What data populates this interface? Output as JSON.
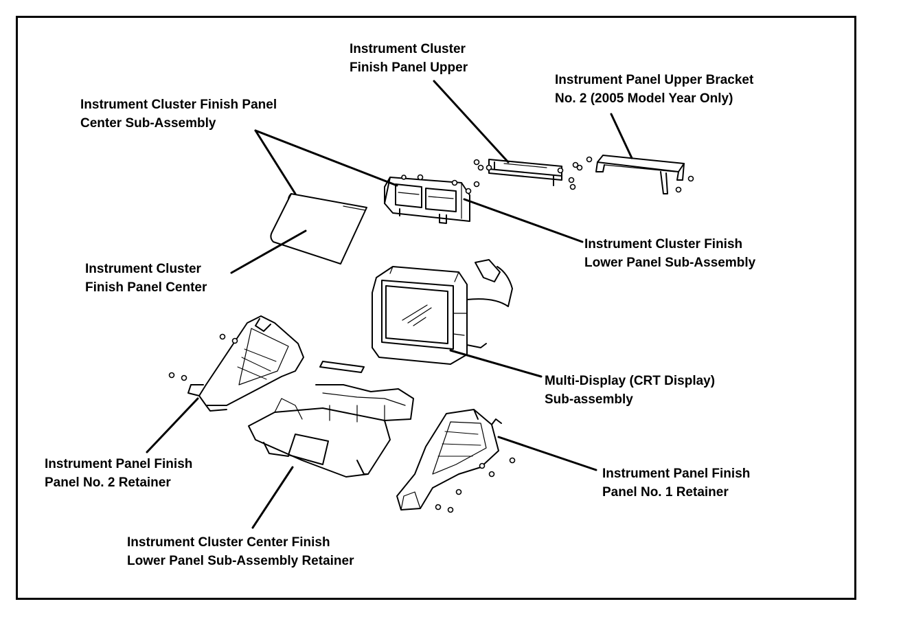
{
  "diagram": {
    "labels": [
      {
        "id": "finish-panel-upper",
        "lines": [
          "Instrument Cluster",
          "Finish Panel Upper"
        ]
      },
      {
        "id": "upper-bracket",
        "lines": [
          "Instrument Panel Upper Bracket",
          "No. 2 (2005 Model Year Only)"
        ]
      },
      {
        "id": "finish-panel-center-subassy",
        "lines": [
          "Instrument Cluster Finish Panel",
          "Center Sub-Assembly"
        ]
      },
      {
        "id": "finish-lower-panel-subassy",
        "lines": [
          "Instrument Cluster Finish",
          "Lower Panel Sub-Assembly"
        ]
      },
      {
        "id": "finish-panel-center",
        "lines": [
          "Instrument Cluster",
          "Finish Panel Center"
        ]
      },
      {
        "id": "multi-display",
        "lines": [
          "Multi-Display (CRT Display)",
          "Sub-assembly"
        ]
      },
      {
        "id": "no2-retainer",
        "lines": [
          "Instrument Panel Finish",
          "Panel No. 2 Retainer"
        ]
      },
      {
        "id": "no1-retainer",
        "lines": [
          "Instrument Panel Finish",
          "Panel No. 1 Retainer"
        ]
      },
      {
        "id": "lower-panel-retainer",
        "lines": [
          "Instrument Cluster Center Finish",
          "Lower Panel Sub-Assembly Retainer"
        ]
      }
    ]
  }
}
